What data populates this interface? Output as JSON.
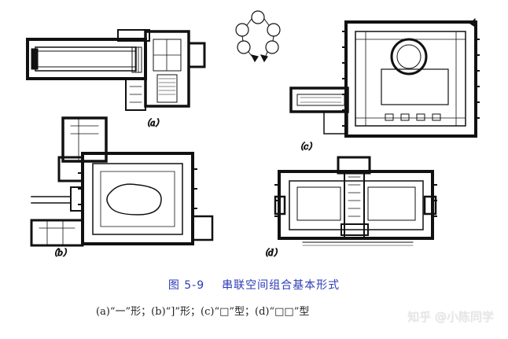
{
  "figure": {
    "label_a": "（a）",
    "label_b": "（b）",
    "label_c": "（c）",
    "label_d": "（d）"
  },
  "caption": {
    "number": "图 5-9",
    "title": "串联空间组合基本形式",
    "subtitle": "(a)“一”形；(b)“]”形；(c)“□”型；(d)“□□”型"
  },
  "watermark": "知乎 @小陈同学"
}
